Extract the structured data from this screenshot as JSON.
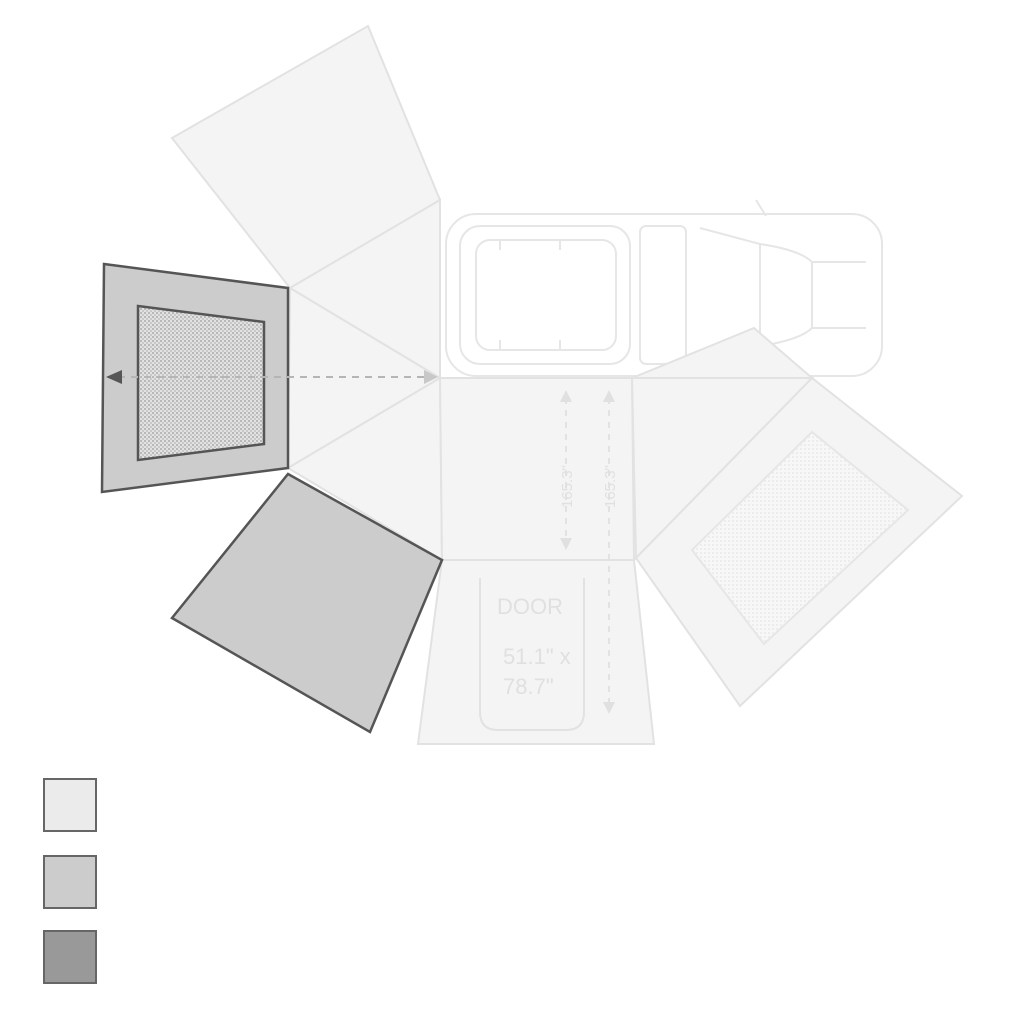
{
  "dimensions": {
    "depth_left": "165.3\"",
    "depth_right": "165.3\""
  },
  "door": {
    "label": "DOOR",
    "size_line1": "51.1\" x",
    "size_line2": "78.7\""
  },
  "legend": {
    "colors": [
      "#ebebeb",
      "#cccccc",
      "#999999"
    ]
  },
  "colors": {
    "faint_panel": "#f4f4f4",
    "highlight_panel": "#cccccc",
    "outline_dark": "#555555"
  }
}
